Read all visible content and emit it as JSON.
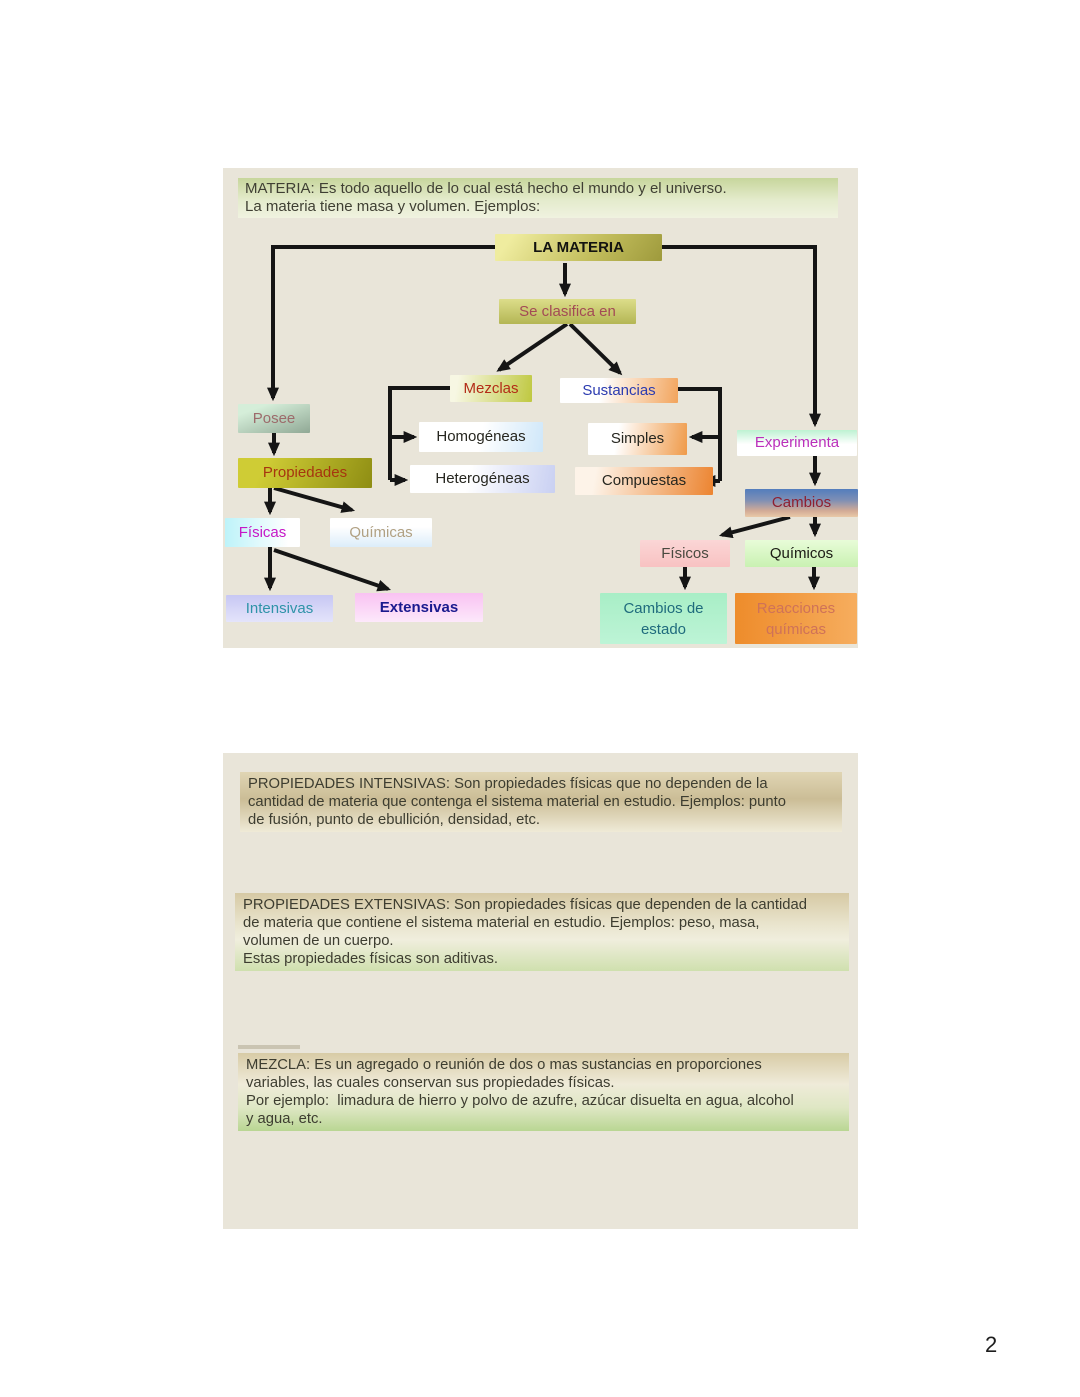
{
  "page_number": "2",
  "slide1": {
    "definition": {
      "text": "MATERIA: Es todo aquello de lo cual está hecho el mundo y el universo.\nLa materia tiene masa y volumen. Ejemplos:"
    },
    "nodes": {
      "la_materia": "LA MATERIA",
      "se_clasifica": "Se clasifica en",
      "mezclas": "Mezclas",
      "sustancias": "Sustancias",
      "homogeneas": "Homogéneas",
      "heterogeneas": "Heterogéneas",
      "simples": "Simples",
      "compuestas": "Compuestas",
      "posee": "Posee",
      "propiedades": "Propiedades",
      "fisicas": "Físicas",
      "quimicas": "Químicas",
      "intensivas": "Intensivas",
      "extensivas": "Extensivas",
      "experimenta": "Experimenta",
      "cambios": "Cambios",
      "fisicos": "Físicos",
      "quimicos": "Químicos",
      "cambios_de_estado": "Cambios de\nestado",
      "reacciones_quimicas": "Reacciones\nquímicas"
    }
  },
  "slide2": {
    "boxes": [
      {
        "text": "PROPIEDADES INTENSIVAS: Son propiedades físicas que no dependen de la\ncantidad de materia que contenga el sistema material en estudio. Ejemplos: punto\nde fusión, punto de ebullición, densidad, etc."
      },
      {
        "text": "PROPIEDADES EXTENSIVAS: Son propiedades físicas que dependen de la cantidad\nde materia que contiene el sistema material en estudio. Ejemplos: peso, masa,\nvolumen de un cuerpo.\nEstas propiedades físicas son aditivas."
      },
      {
        "text": "MEZCLA: Es un agregado o reunión de dos o mas sustancias en proporciones\nvariables, las cuales conservan sus propiedades físicas.\nPor ejemplo:  limadura de hierro y polvo de azufre, azúcar disuelta en agua, alcohol\ny agua, etc."
      }
    ]
  },
  "palette": {
    "slide_background": "#e9e5d9",
    "arrow": "#151515",
    "la_materia_box": "#c2bd5c",
    "clasifica_box": "#c5c66e",
    "mezclas_text": "#b32c17",
    "sustancias_text": "#2b3bb0",
    "orange_box": "#ec8430",
    "olive_box": "#8e8d13",
    "cambios_blue": "#537dbd",
    "mint_box": "#a8eec6",
    "pink_box": "#f9c2f2",
    "lavender_box": "#c7c7f3"
  }
}
